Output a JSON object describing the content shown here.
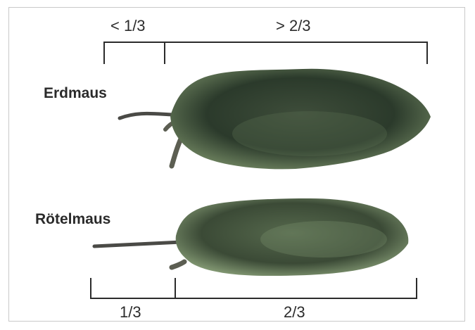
{
  "top_scale": {
    "left_label": "< 1/3",
    "right_label": "> 2/3"
  },
  "bottom_scale": {
    "left_label": "1/3",
    "right_label": "2/3"
  },
  "mice": {
    "top_name": "Erdmaus",
    "bottom_name": "Rötelmaus"
  },
  "colors": {
    "fur_dark": "#2a3a2a",
    "fur_mid": "#4b5e44",
    "fur_light": "#7e9470",
    "tail": "#4a4a46",
    "bracket": "#2b2b2b"
  }
}
